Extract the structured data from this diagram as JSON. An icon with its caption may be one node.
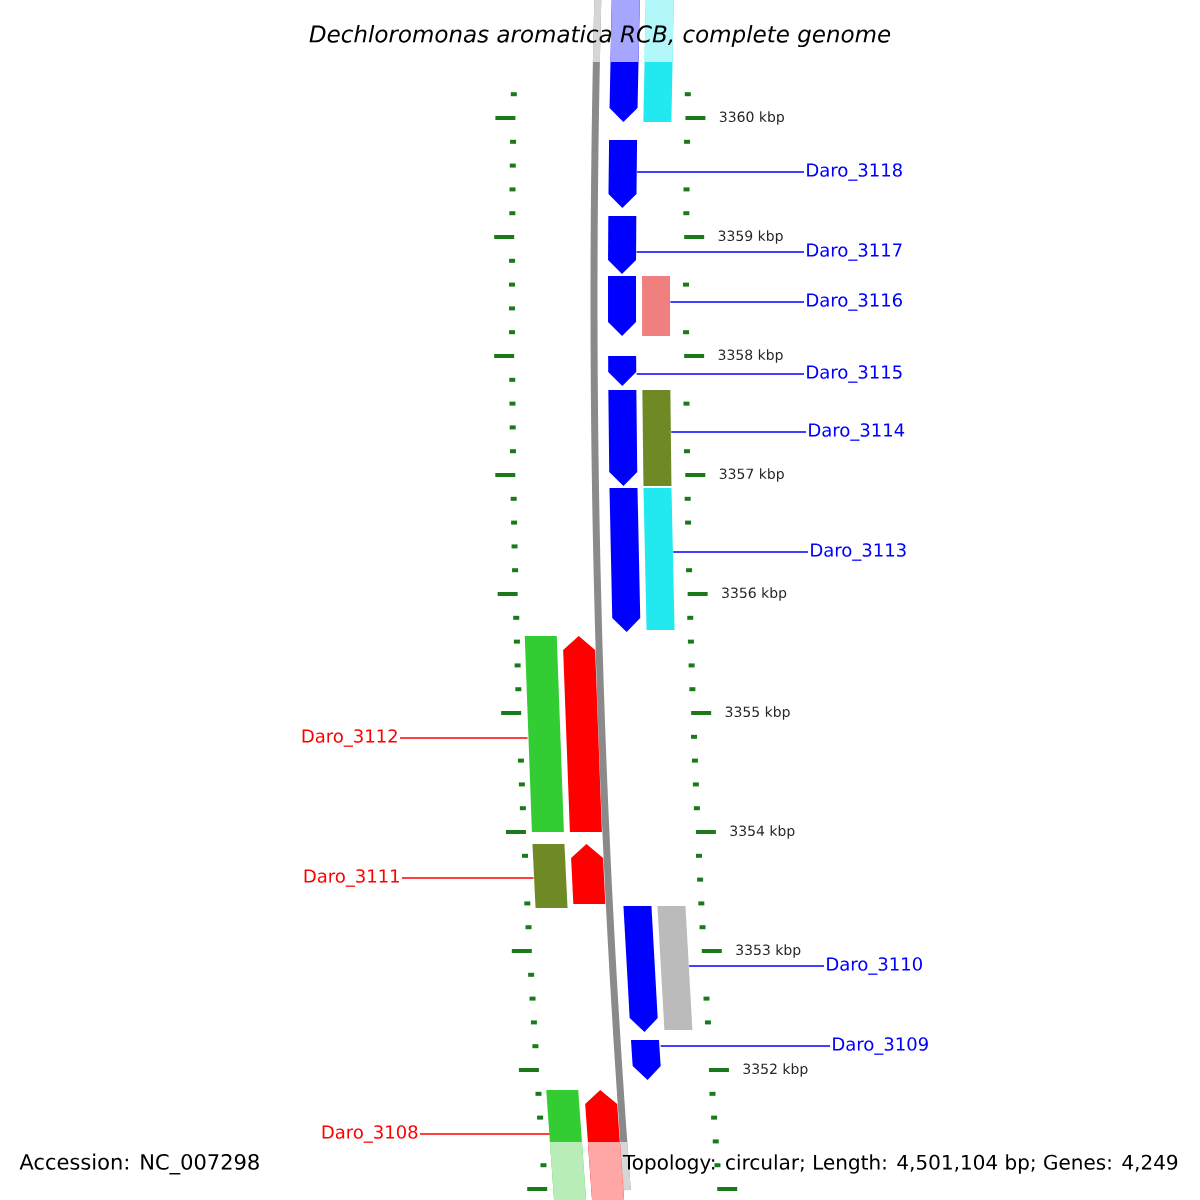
{
  "diagram": {
    "title": "Dechloromonas aromatica RCB, complete genome",
    "nodes": [
      {
        "text": [
          "Daro_3118"
        ]
      },
      {
        "text": [
          "Daro_3117"
        ]
      },
      {
        "text": [
          "Daro_3116"
        ]
      },
      {
        "text": [
          "Daro_3115"
        ]
      },
      {
        "text": [
          "Daro_3114"
        ]
      },
      {
        "text": [
          "Daro_3113"
        ]
      },
      {
        "text": [
          "Daro_3112"
        ]
      },
      {
        "text": [
          "Daro_3111"
        ]
      },
      {
        "text": [
          "Daro_3110"
        ]
      },
      {
        "text": [
          "Daro_3109"
        ]
      },
      {
        "text": [
          "Daro_3108"
        ]
      },
      {
        "text": [],
        "shape": "arrow"
      },
      {
        "text": [],
        "shape": "bar"
      },
      {
        "text": [],
        "shape": "arrow"
      },
      {
        "text": [],
        "shape": "arrow"
      },
      {
        "text": [],
        "shape": "arrow"
      },
      {
        "text": [],
        "shape": "bar"
      },
      {
        "text": [],
        "shape": "arrow"
      },
      {
        "text": [],
        "shape": "arrow"
      },
      {
        "text": [],
        "shape": "bar"
      },
      {
        "text": [],
        "shape": "arrow"
      },
      {
        "text": [],
        "shape": "bar"
      },
      {
        "text": [],
        "shape": "bar"
      },
      {
        "text": [],
        "shape": "arrow"
      },
      {
        "text": [],
        "shape": "bar"
      },
      {
        "text": [],
        "shape": "arrow"
      },
      {
        "text": [],
        "shape": "arrow"
      },
      {
        "text": [],
        "shape": "bar"
      },
      {
        "text": [],
        "shape": "arrow"
      },
      {
        "text": [],
        "shape": "bar"
      },
      {
        "text": [],
        "shape": "arrow"
      }
    ],
    "edges": [
      {
        "from": 0,
        "to": 13,
        "arrow": "none"
      },
      {
        "from": 1,
        "to": 14,
        "arrow": "none"
      },
      {
        "from": 2,
        "to": 16,
        "arrow": "none"
      },
      {
        "from": 3,
        "to": 17,
        "arrow": "none"
      },
      {
        "from": 4,
        "to": 19,
        "arrow": "none"
      },
      {
        "from": 5,
        "to": 21,
        "arrow": "none"
      },
      {
        "from": 6,
        "to": 22,
        "arrow": "none",
        "color": "#ff0000"
      },
      {
        "from": 7,
        "to": 24,
        "arrow": "none",
        "color": "#ff0000"
      },
      {
        "from": 8,
        "to": 27,
        "arrow": "none"
      },
      {
        "from": 9,
        "to": 28,
        "arrow": "none"
      },
      {
        "from": 10,
        "to": 29,
        "arrow": "none",
        "color": "#ff0000"
      }
    ],
    "labels": [
      "3360 kbp",
      "3359 kbp",
      "3358 kbp",
      "3357 kbp",
      "3356 kbp",
      "3355 kbp",
      "3354 kbp",
      "3353 kbp",
      "3352 kbp",
      "Accession: NC_007298",
      "Topology: circular; Length: 4,501,104 bp; Genes: 4,249"
    ]
  }
}
